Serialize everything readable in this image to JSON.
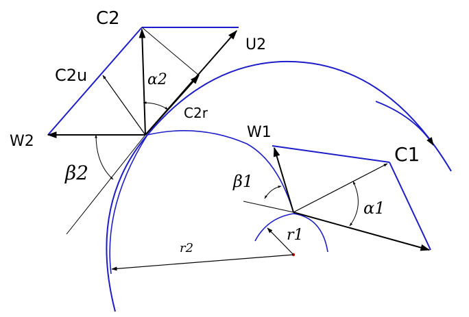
{
  "diagram": {
    "labels": {
      "c2": "C2",
      "u2": "U2",
      "c2u": "C2u",
      "w2": "W2",
      "c2r": "C2r",
      "alpha2": "α2",
      "beta2": "β2",
      "w1": "W1",
      "c1": "C1",
      "beta1": "β1",
      "alpha1": "α1",
      "r1": "r1",
      "r2": "r2"
    },
    "colors": {
      "triangle": "#1c1cc8",
      "circle": "#1c1cc8",
      "vector": "#000000",
      "construction": "#000000",
      "center_point": "#d00000"
    }
  }
}
